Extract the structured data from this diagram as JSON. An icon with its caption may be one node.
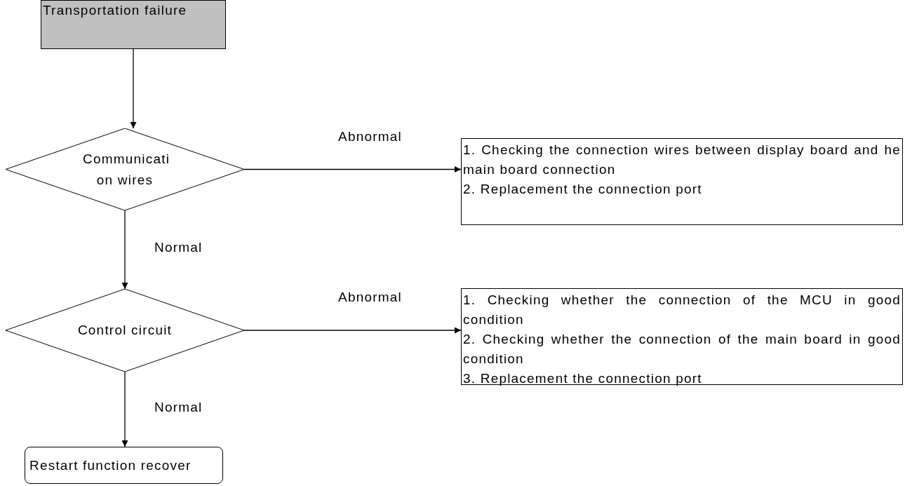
{
  "diagram": {
    "nodes": [
      {
        "text": [
          "Transportation failure"
        ]
      },
      {
        "text": [
          "Communicati on wires"
        ]
      },
      {
        "text": [
          "1. Checking the connection wires between display board and he main board connection",
          "2. Replacement the connection port"
        ]
      },
      {
        "text": [
          "Control circuit"
        ]
      },
      {
        "text": [
          "1. Checking whether the connection of the MCU in good condition",
          "2. Checking whether the connection of the main board in good condition",
          "3. Replacement the connection port"
        ]
      },
      {
        "text": [
          "Restart function recover"
        ]
      }
    ],
    "edges": [
      {
        "from": 0,
        "to": 1,
        "arrow": "to"
      },
      {
        "from": 1,
        "to": 2,
        "arrow": "to",
        "label": "Abnormal"
      },
      {
        "from": 1,
        "to": 3,
        "arrow": "to",
        "label": "Normal"
      },
      {
        "from": 3,
        "to": 4,
        "arrow": "to",
        "label": "Abnormal"
      },
      {
        "from": 3,
        "to": 5,
        "arrow": "to",
        "label": "Normal"
      }
    ]
  }
}
